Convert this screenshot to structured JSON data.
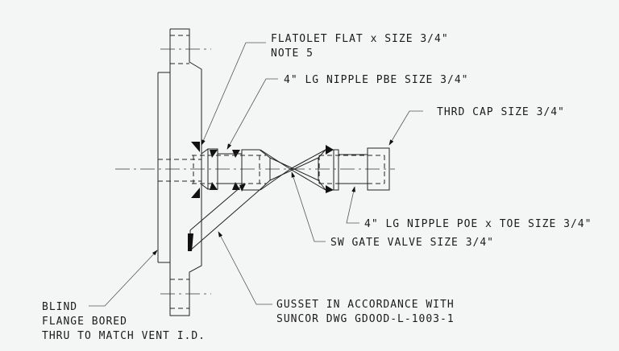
{
  "labels": {
    "flatolet_line1": "FLATOLET FLAT x SIZE 3/4\"",
    "flatolet_line2": "NOTE 5",
    "nipple_pbe": "4\" LG NIPPLE PBE SIZE 3/4\"",
    "thrd_cap": "THRD CAP SIZE 3/4\"",
    "nipple_poe": "4\" LG NIPPLE POE x TOE SIZE 3/4\"",
    "gate_valve": "SW GATE VALVE SIZE 3/4\"",
    "blind_line1": "BLIND",
    "blind_line2": "FLANGE BORED",
    "blind_line3": "THRU TO MATCH VENT I.D.",
    "gusset_line1": "GUSSET IN ACCORDANCE WITH",
    "gusset_line2": "SUNCOR DWG GDOOD-L-1003-1"
  },
  "colors": {
    "background": "#f4f6f5",
    "line": "#222222"
  }
}
